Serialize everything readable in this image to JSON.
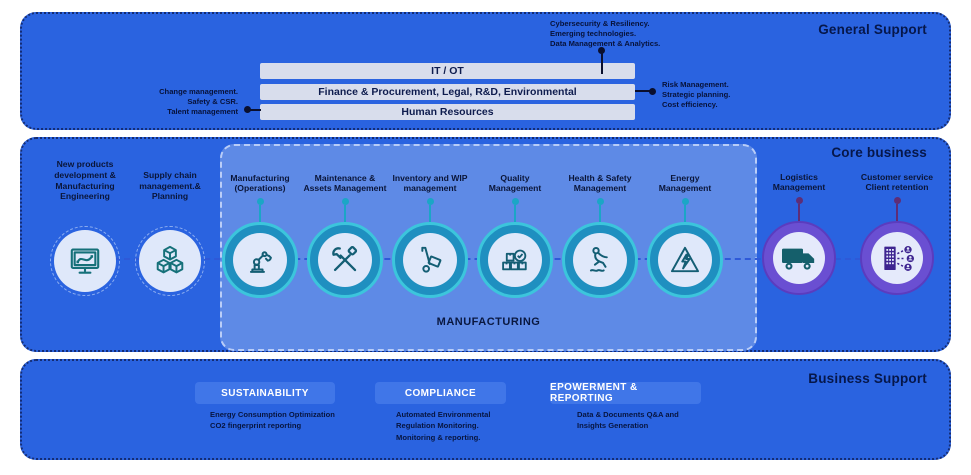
{
  "general_support": {
    "title": "General Support",
    "bars": [
      "IT / OT",
      "Finance & Procurement, Legal, R&D, Environmental",
      "Human Resources"
    ],
    "annotation_left": "Change management.\nSafety & CSR.\nTalent management",
    "annotation_top": "Cybersecurity & Resiliency.\nEmerging technologies.\nData Management & Analytics.",
    "annotation_right": "Risk Management.\nStrategic planning.\nCost efficiency."
  },
  "core_business": {
    "title": "Core business",
    "manufacturing_label": "MANUFACTURING",
    "items": [
      {
        "label": "New products\ndevelopment &\nManufacturing\nEngineering",
        "icon": "cad-monitor",
        "style": "white"
      },
      {
        "label": "Supply chain\nmanagement.&\nPlanning",
        "icon": "supply-cubes",
        "style": "white"
      },
      {
        "label": "Manufacturing\n(Operations)",
        "icon": "robot-arm",
        "style": "teal"
      },
      {
        "label": "Maintenance &\nAssets Management",
        "icon": "tools",
        "style": "teal"
      },
      {
        "label": "Inventory and WIP\nmanagement",
        "icon": "hand-truck",
        "style": "teal"
      },
      {
        "label": "Quality\nManagement",
        "icon": "boxes-check",
        "style": "teal"
      },
      {
        "label": "Health & Safety\nManagement",
        "icon": "person-slip",
        "style": "teal"
      },
      {
        "label": "Energy\nManagement",
        "icon": "hazard-triangle",
        "style": "teal"
      },
      {
        "label": "Logistics\nManagement",
        "icon": "truck",
        "style": "purple"
      },
      {
        "label": "Customer service\nClient retention",
        "icon": "building-people",
        "style": "purple"
      }
    ]
  },
  "business_support": {
    "title": "Business Support",
    "columns": [
      {
        "heading": "SUSTAINABILITY",
        "body": "Energy Consumption Optimization\nCO2 fingerprint reporting"
      },
      {
        "heading": "COMPLIANCE",
        "body": "Automated Environmental\nRegulation Monitoring.\nMonitoring & reporting."
      },
      {
        "heading": "EPOWERMENT & REPORTING",
        "body": "Data & Documents Q&A and\nInsights Generation"
      }
    ]
  },
  "colors": {
    "section_bg": "#2a63e0",
    "panel_bg": "#5e8ae6",
    "teal_circle": "#1f8fc0",
    "teal_ring": "#3cc5dc",
    "purple_circle": "#6a4fd2",
    "inner_circle": "#dfe8fa",
    "title_text": "#06174a"
  }
}
